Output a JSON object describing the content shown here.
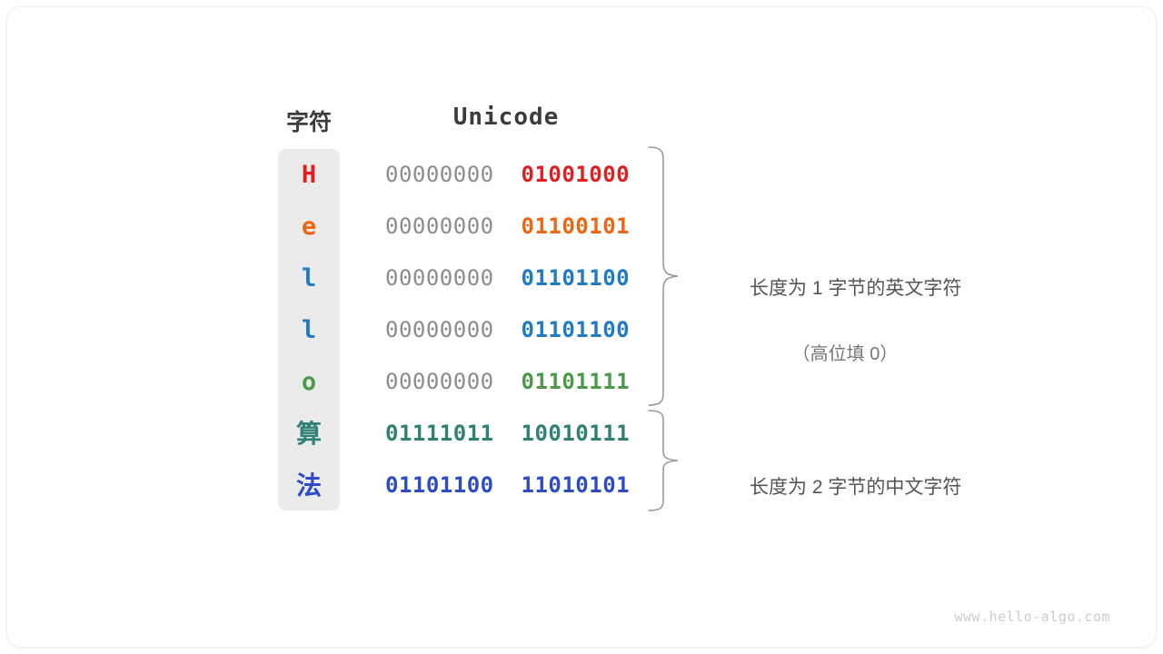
{
  "watermark": "www.hello-algo.com",
  "table": {
    "headers": {
      "character": "字符",
      "unicode": "Unicode"
    },
    "rows": [
      {
        "char": "H",
        "high_byte": "00000000",
        "low_byte": "01001000",
        "color": "#E02020",
        "cjk": false
      },
      {
        "char": "e",
        "high_byte": "00000000",
        "low_byte": "01100101",
        "color": "#EE6611",
        "cjk": false
      },
      {
        "char": "l",
        "high_byte": "00000000",
        "low_byte": "01101100",
        "color": "#1F7BC4",
        "cjk": false
      },
      {
        "char": "l",
        "high_byte": "00000000",
        "low_byte": "01101100",
        "color": "#1F7BC4",
        "cjk": false
      },
      {
        "char": "o",
        "high_byte": "00000000",
        "low_byte": "01101111",
        "color": "#4A9A4A",
        "cjk": false
      },
      {
        "char": "算",
        "high_byte": "01111011",
        "low_byte": "10010111",
        "color": "#2F8272",
        "cjk": true
      },
      {
        "char": "法",
        "high_byte": "01101100",
        "low_byte": "11010101",
        "color": "#2E4BC6",
        "cjk": true
      }
    ],
    "high_byte_color": "#8c8c8c"
  },
  "annotations": {
    "ascii": {
      "main": "长度为 1 字节的英文字符",
      "sub": "（高位填 0）"
    },
    "cjk": {
      "main": "长度为 2 字节的中文字符"
    }
  },
  "colors": {
    "panel_bg": "#ebebeb",
    "brace": "#9a9a9a",
    "heading": "#3c3c3c"
  }
}
